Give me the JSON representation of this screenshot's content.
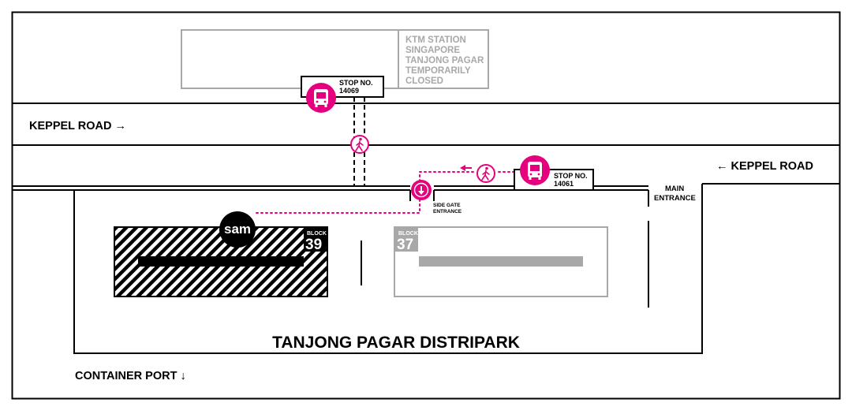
{
  "colors": {
    "accent": "#e5007e",
    "line": "#000000",
    "muted": "#a8a8a8"
  },
  "roads": {
    "keppel_west": "KEPPEL ROAD →",
    "keppel_east": "← KEPPEL ROAD",
    "container_port": "CONTAINER PORT ↓"
  },
  "ktm_station": {
    "lines": [
      "KTM STATION",
      "SINGAPORE",
      "TANJONG PAGAR",
      "TEMPORARILY",
      "CLOSED"
    ]
  },
  "bus_stops": [
    {
      "label": "STOP NO.",
      "number": "14069",
      "icon": "bus-icon"
    },
    {
      "label": "STOP NO.",
      "number": "14061",
      "icon": "bus-icon"
    }
  ],
  "entrances": {
    "side_gate": [
      "SIDE GATE",
      "ENTRANCE"
    ],
    "main": [
      "MAIN",
      "ENTRANCE"
    ]
  },
  "blocks": [
    {
      "label": "BLOCK",
      "number": "39"
    },
    {
      "label": "BLOCK",
      "number": "37"
    }
  ],
  "sam_logo": "sam",
  "distripark_title": "TANJONG PAGAR DISTRIPARK",
  "icons": [
    "pedestrian-icon",
    "arrow-down-icon",
    "bus-icon"
  ]
}
